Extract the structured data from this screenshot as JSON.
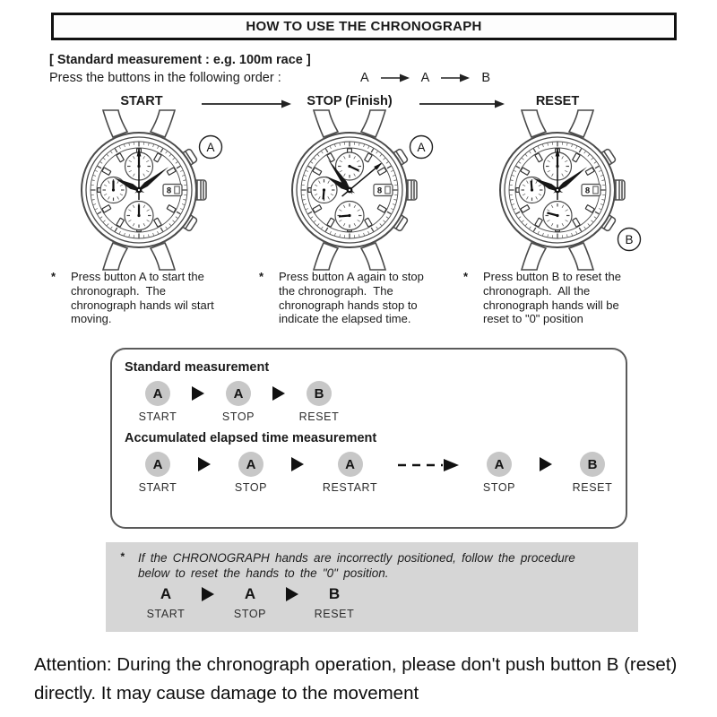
{
  "page": {
    "title": "HOW TO USE THE CHRONOGRAPH",
    "section_heading": "[ Standard measurement : e.g. 100m race ]",
    "intro_text": "Press the buttons in the following order :",
    "intro_sequence": [
      "A",
      "A",
      "B"
    ]
  },
  "symbols": {
    "bullet": "*"
  },
  "steps": [
    {
      "label": "START",
      "button": "A",
      "date": "8",
      "note": "Press button A to start the\nchronograph.  The\nchronograph hands wil start\nmoving."
    },
    {
      "label": "STOP (Finish)",
      "button": "A",
      "date": "8",
      "note": "Press button A again to stop\nthe chronograph.  The\nchronograph hands stop to\nindicate the elapsed time."
    },
    {
      "label": "RESET",
      "button": "B",
      "date": "8",
      "note": "Press button B to reset the\nchronograph.  All the\nchronograph hands will be\nreset to \"0\" position"
    }
  ],
  "measurement_box": {
    "standard": {
      "heading": "Standard measurement",
      "sequence": [
        {
          "button": "A",
          "label": "START"
        },
        {
          "button": "A",
          "label": "STOP"
        },
        {
          "button": "B",
          "label": "RESET"
        }
      ]
    },
    "accumulated": {
      "heading": "Accumulated elapsed time measurement",
      "sequence": [
        {
          "button": "A",
          "label": "START"
        },
        {
          "button": "A",
          "label": "STOP"
        },
        {
          "button": "A",
          "label": "RESTART",
          "dashed_after": true
        },
        {
          "button": "A",
          "label": "STOP"
        },
        {
          "button": "B",
          "label": "RESET"
        }
      ]
    }
  },
  "reset_note_box": {
    "note": "If the CHRONOGRAPH hands are incorrectly positioned, follow the procedure\nbelow to reset the hands to the \"0\" position.",
    "sequence": [
      {
        "button": "A",
        "label": "START"
      },
      {
        "button": "A",
        "label": "STOP"
      },
      {
        "button": "B",
        "label": "RESET"
      }
    ]
  },
  "attention": "Attention: During the chronograph operation, please don't push button B (reset)\ndirectly. It may cause damage to the movement",
  "colors": {
    "line_art": "#4a4a4a",
    "button_circle_bg": "#c7c7c7",
    "gray_box_bg": "#d6d6d6",
    "border_black": "#111111"
  }
}
